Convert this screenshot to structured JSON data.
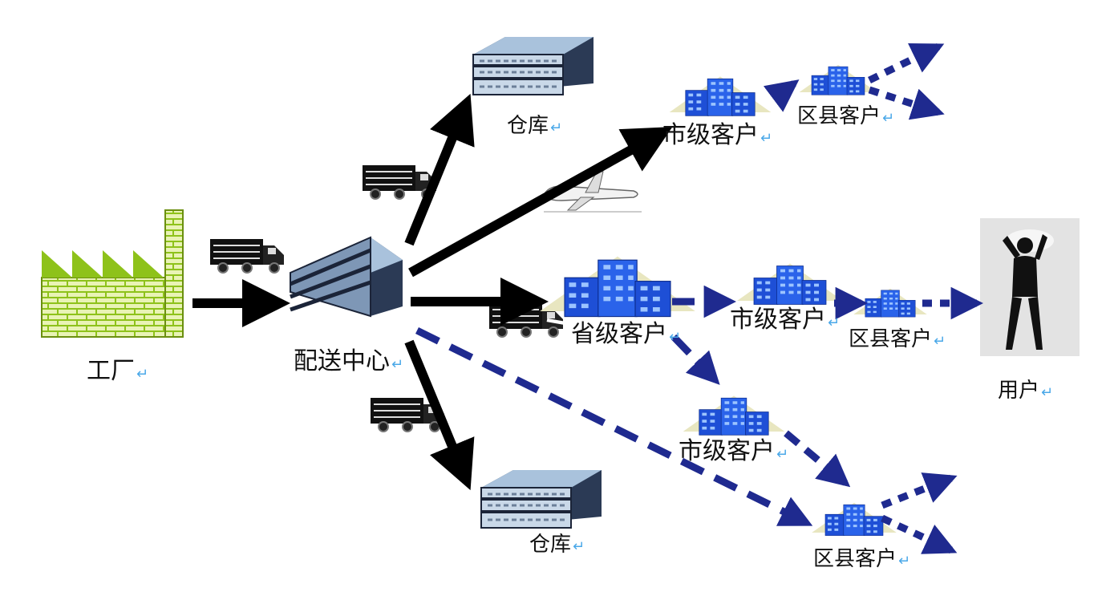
{
  "nodes": {
    "factory": "工厂",
    "center": "配送中心",
    "warehouse_top": "仓库",
    "warehouse_bottom": "仓库",
    "city_top": "市级客户",
    "county_top": "区县客户",
    "province": "省级客户",
    "city_mid": "市级客户",
    "county_mid": "区县客户",
    "user": "用户",
    "city_low": "市级客户",
    "county_low": "区县客户"
  },
  "return_mark": "↵",
  "colors": {
    "solid_arrow": "#000000",
    "dashed_arrow": "#1f2a8f",
    "building_blue": "#1e4fd6",
    "building_bg": "#e8e6c0",
    "factory_green": "#8ec21a",
    "factory_wall": "#e9f3b5"
  }
}
